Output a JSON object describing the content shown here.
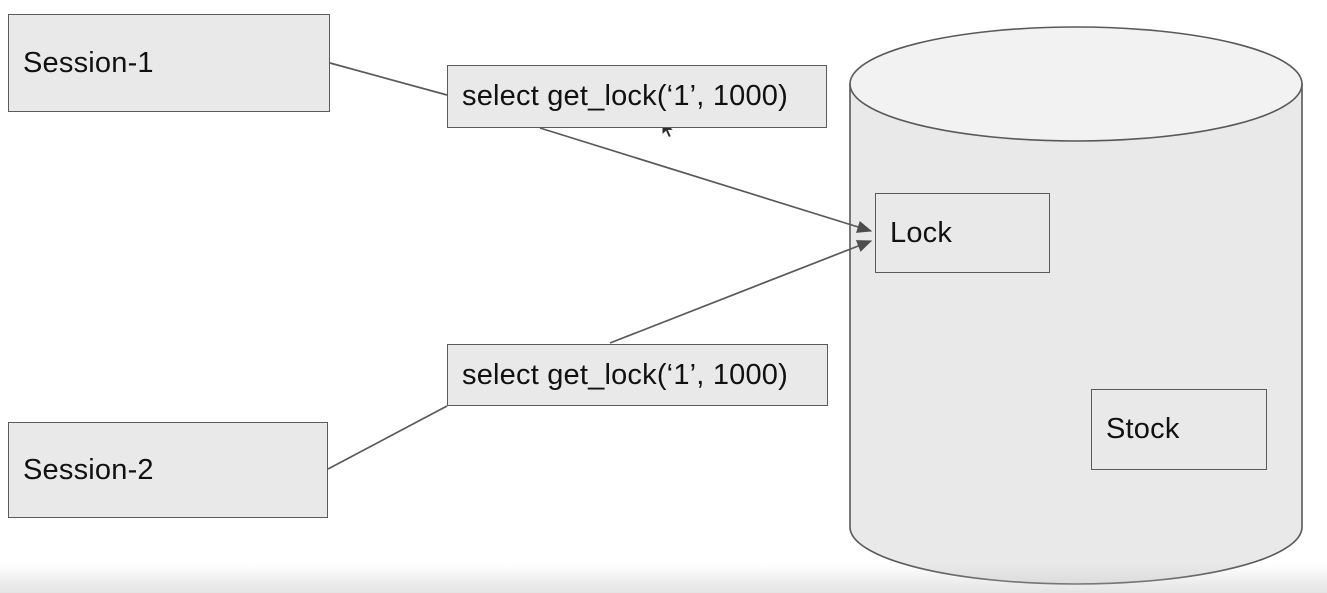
{
  "page": {
    "background_color": "#ffffff",
    "kind": "database-locking-diagram"
  },
  "diagram": {
    "nodes": {
      "session1": {
        "label": "Session-1"
      },
      "session2": {
        "label": "Session-2"
      },
      "query1": {
        "label": "select get_lock(‘1’, 1000)"
      },
      "query2": {
        "label": "select get_lock(‘1’, 1000)"
      },
      "lock": {
        "label": "Lock"
      },
      "stock": {
        "label": "Stock"
      }
    },
    "database": {
      "shape": "cylinder",
      "contains": [
        "Lock",
        "Stock"
      ]
    },
    "edges": [
      {
        "from": "session1",
        "to": "query1",
        "arrow": false
      },
      {
        "from": "query1",
        "to": "lock",
        "arrow": true
      },
      {
        "from": "session2",
        "to": "query2",
        "arrow": false
      },
      {
        "from": "query2",
        "to": "lock",
        "arrow": true
      }
    ],
    "colors": {
      "node_fill": "#e9e9e9",
      "node_border": "#5b5b5b",
      "line": "#595959",
      "arrowhead": "#4d4d4d",
      "cylinder_body_fill": "#e9e9e9",
      "cylinder_top_fill": "#f2f2f2",
      "text": "#111111"
    },
    "cursor": {
      "type": "arrow-pointer"
    }
  }
}
